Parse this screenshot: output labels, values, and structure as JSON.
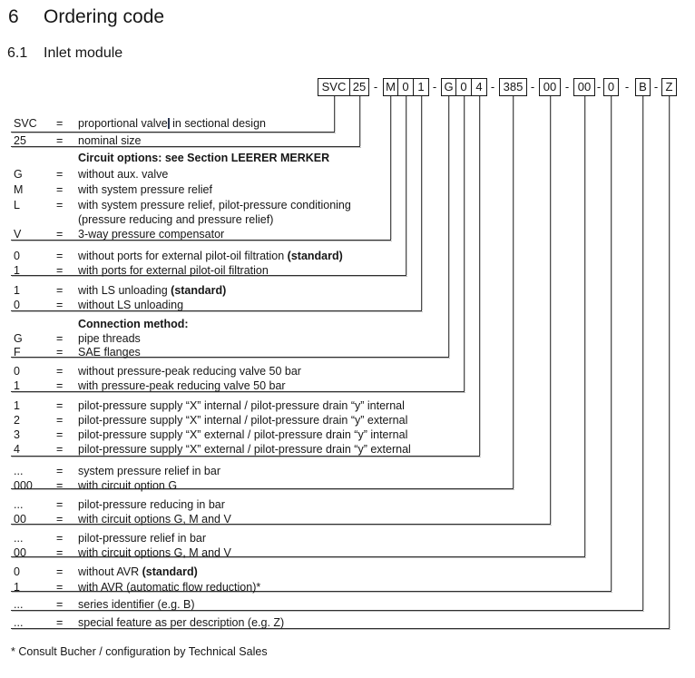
{
  "page": {
    "section_number": "6",
    "section_title": "Ordering code",
    "subsection_number": "6.1",
    "subsection_title": "Inlet module",
    "footnote": "* Consult Bucher / configuration by Technical Sales"
  },
  "ordering_code": {
    "separator": "-",
    "segments": [
      "SVC",
      "25",
      "M",
      "0",
      "1",
      "G",
      "0",
      "4",
      "385",
      "00",
      "00",
      "0",
      "B",
      "Z"
    ]
  },
  "legend_groups": [
    {
      "connects_to_segment": "SVC",
      "rows": [
        {
          "code": "SVC",
          "desc": "proportional valve",
          "cursor": true,
          "desc_after_cursor": " in sectional design"
        }
      ]
    },
    {
      "connects_to_segment": "25",
      "rows": [
        {
          "code": "25",
          "desc": "nominal size"
        }
      ]
    },
    {
      "connects_to_segment": "M",
      "rows": [
        {
          "header": "Circuit options: see Section LEERER MERKER"
        },
        {
          "code": "G",
          "desc": "without aux. valve"
        },
        {
          "code": "M",
          "desc": "with system pressure relief"
        },
        {
          "code": "L",
          "desc": "with system pressure relief, pilot-pressure conditioning"
        },
        {
          "continuation": "(pressure reducing and pressure relief)"
        },
        {
          "code": "V",
          "desc": "3-way pressure compensator"
        }
      ]
    },
    {
      "connects_to_segment": "0",
      "rows": [
        {
          "code": "0",
          "desc": "without ports for external pilot-oil filtration ",
          "bold_suffix": "(standard)"
        },
        {
          "code": "1",
          "desc": "with ports for external pilot-oil filtration"
        }
      ]
    },
    {
      "connects_to_segment": "1",
      "rows": [
        {
          "code": "1",
          "desc": "with LS unloading ",
          "bold_suffix": "(standard)"
        },
        {
          "code": "0",
          "desc": "without LS unloading"
        }
      ]
    },
    {
      "connects_to_segment": "G",
      "rows": [
        {
          "header": "Connection method:"
        },
        {
          "code": "G",
          "desc": "pipe threads"
        },
        {
          "code": "F",
          "desc": "SAE flanges"
        }
      ]
    },
    {
      "connects_to_segment": "0",
      "rows": [
        {
          "code": "0",
          "desc": "without pressure-peak reducing valve 50 bar"
        },
        {
          "code": "1",
          "desc": "with pressure-peak reducing valve 50 bar"
        }
      ]
    },
    {
      "connects_to_segment": "4",
      "rows": [
        {
          "code": "1",
          "desc": "pilot-pressure supply “X” internal / pilot-pressure drain “y” internal"
        },
        {
          "code": "2",
          "desc": "pilot-pressure supply “X” internal / pilot-pressure drain “y” external"
        },
        {
          "code": "3",
          "desc": "pilot-pressure supply “X” external / pilot-pressure drain “y” internal"
        },
        {
          "code": "4",
          "desc": "pilot-pressure supply “X” external / pilot-pressure drain “y” external"
        }
      ]
    },
    {
      "connects_to_segment": "385",
      "rows": [
        {
          "code": "...",
          "desc": "system pressure relief in bar"
        },
        {
          "code": "000",
          "desc": "with circuit option G"
        }
      ]
    },
    {
      "connects_to_segment": "00",
      "rows": [
        {
          "code": "...",
          "desc": "pilot-pressure reducing in bar"
        },
        {
          "code": "00",
          "desc": "with circuit options G, M and V"
        }
      ]
    },
    {
      "connects_to_segment": "00",
      "rows": [
        {
          "code": "...",
          "desc": "pilot-pressure relief in bar"
        },
        {
          "code": "00",
          "desc": "with circuit options G, M and V"
        }
      ]
    },
    {
      "connects_to_segment": "0",
      "rows": [
        {
          "code": "0",
          "desc": "without AVR ",
          "bold_suffix": "(standard)"
        },
        {
          "code": "1",
          "desc": "with AVR (automatic flow reduction)*"
        }
      ]
    },
    {
      "connects_to_segment": "B",
      "rows": [
        {
          "code": "...",
          "desc": "series identifier (e.g. B)"
        }
      ]
    },
    {
      "connects_to_segment": "Z",
      "rows": [
        {
          "code": "...",
          "desc": "special feature as per description (e.g. Z)"
        }
      ]
    }
  ]
}
